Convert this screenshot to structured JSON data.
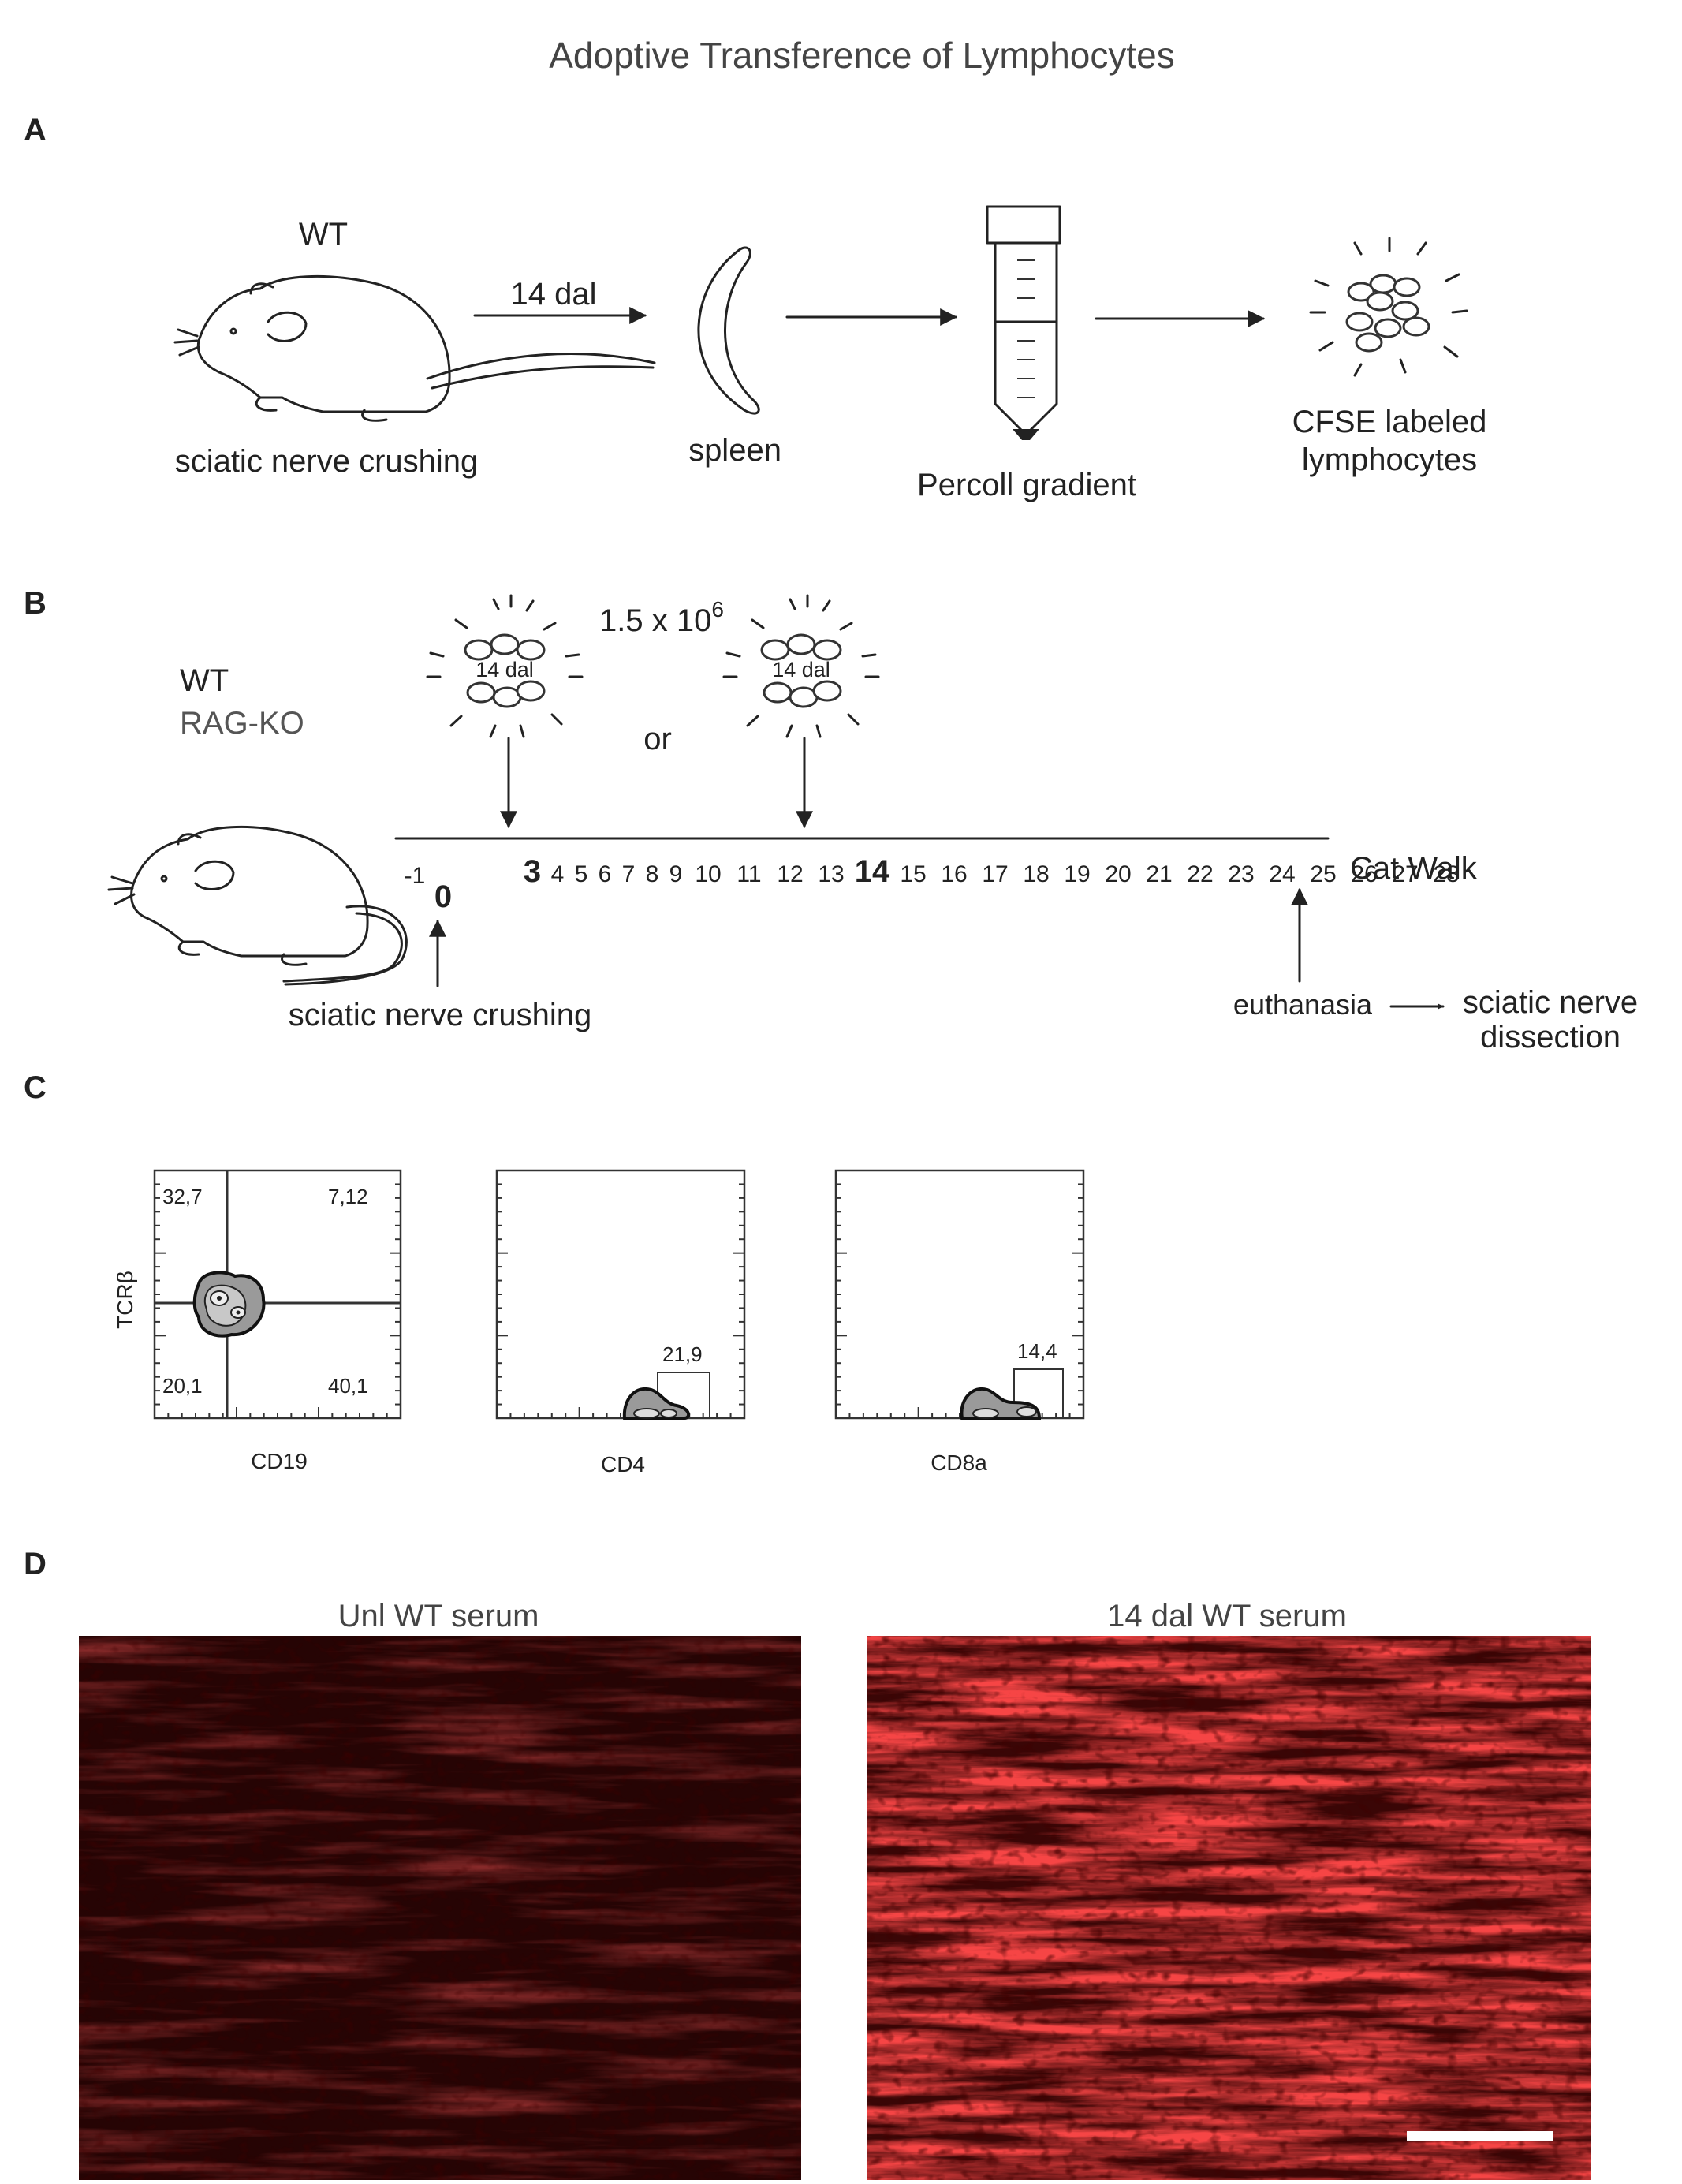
{
  "title": "Adoptive Transference of Lymphocytes",
  "colors": {
    "text": "#222222",
    "micrograph_dim": "#2e0606",
    "micrograph_bright": "#7a0f0f",
    "signal_red": "#d01a1a"
  },
  "panel_a": {
    "letter": "A",
    "strain": "WT",
    "arrow_label": "14 dal",
    "mouse_caption": "sciatic nerve crushing",
    "spleen_caption": "spleen",
    "tube_caption": "Percoll gradient",
    "cells_caption_line1": "CFSE labeled",
    "cells_caption_line2": "lymphocytes",
    "icons": [
      "mouse-icon",
      "spleen-icon",
      "tube-icon",
      "lymphocyte-cluster-icon"
    ]
  },
  "panel_b": {
    "letter": "B",
    "strain_1": "WT",
    "strain_2": "RAG-KO",
    "cell_dose": "1.5 x 10",
    "cell_dose_exp": "6",
    "cluster_label": "14 dal",
    "or_label": "or",
    "ticks": [
      "-1",
      "0",
      "3",
      "4",
      "5",
      "6",
      "7",
      "8",
      "9",
      "10",
      "11",
      "12",
      "13",
      "14",
      "15",
      "16",
      "17",
      "18",
      "19",
      "20",
      "21",
      "22",
      "23",
      "24",
      "25",
      "26",
      "27",
      "28"
    ],
    "bold_ticks": [
      "0",
      "3",
      "14"
    ],
    "timeline_end_label": "Cat Walk",
    "crush_label": "sciatic nerve crushing",
    "euthanasia_label": "euthanasia",
    "dissection_line1": "sciatic nerve",
    "dissection_line2": "dissection"
  },
  "panel_c": {
    "letter": "C",
    "plots": [
      {
        "x_label": "CD19",
        "y_label": "TCRβ",
        "quadrants": {
          "top_left": "32,7",
          "top_right": "7,12",
          "bottom_left": "20,1",
          "bottom_right": "40,1"
        }
      },
      {
        "x_label": "CD4",
        "gate": "21,9"
      },
      {
        "x_label": "CD8a",
        "gate": "14,4"
      }
    ]
  },
  "panel_d": {
    "letter": "D",
    "left_title": "Unl WT serum",
    "right_title": "14 dal WT serum",
    "left_intensity": "dim",
    "right_intensity": "bright"
  }
}
